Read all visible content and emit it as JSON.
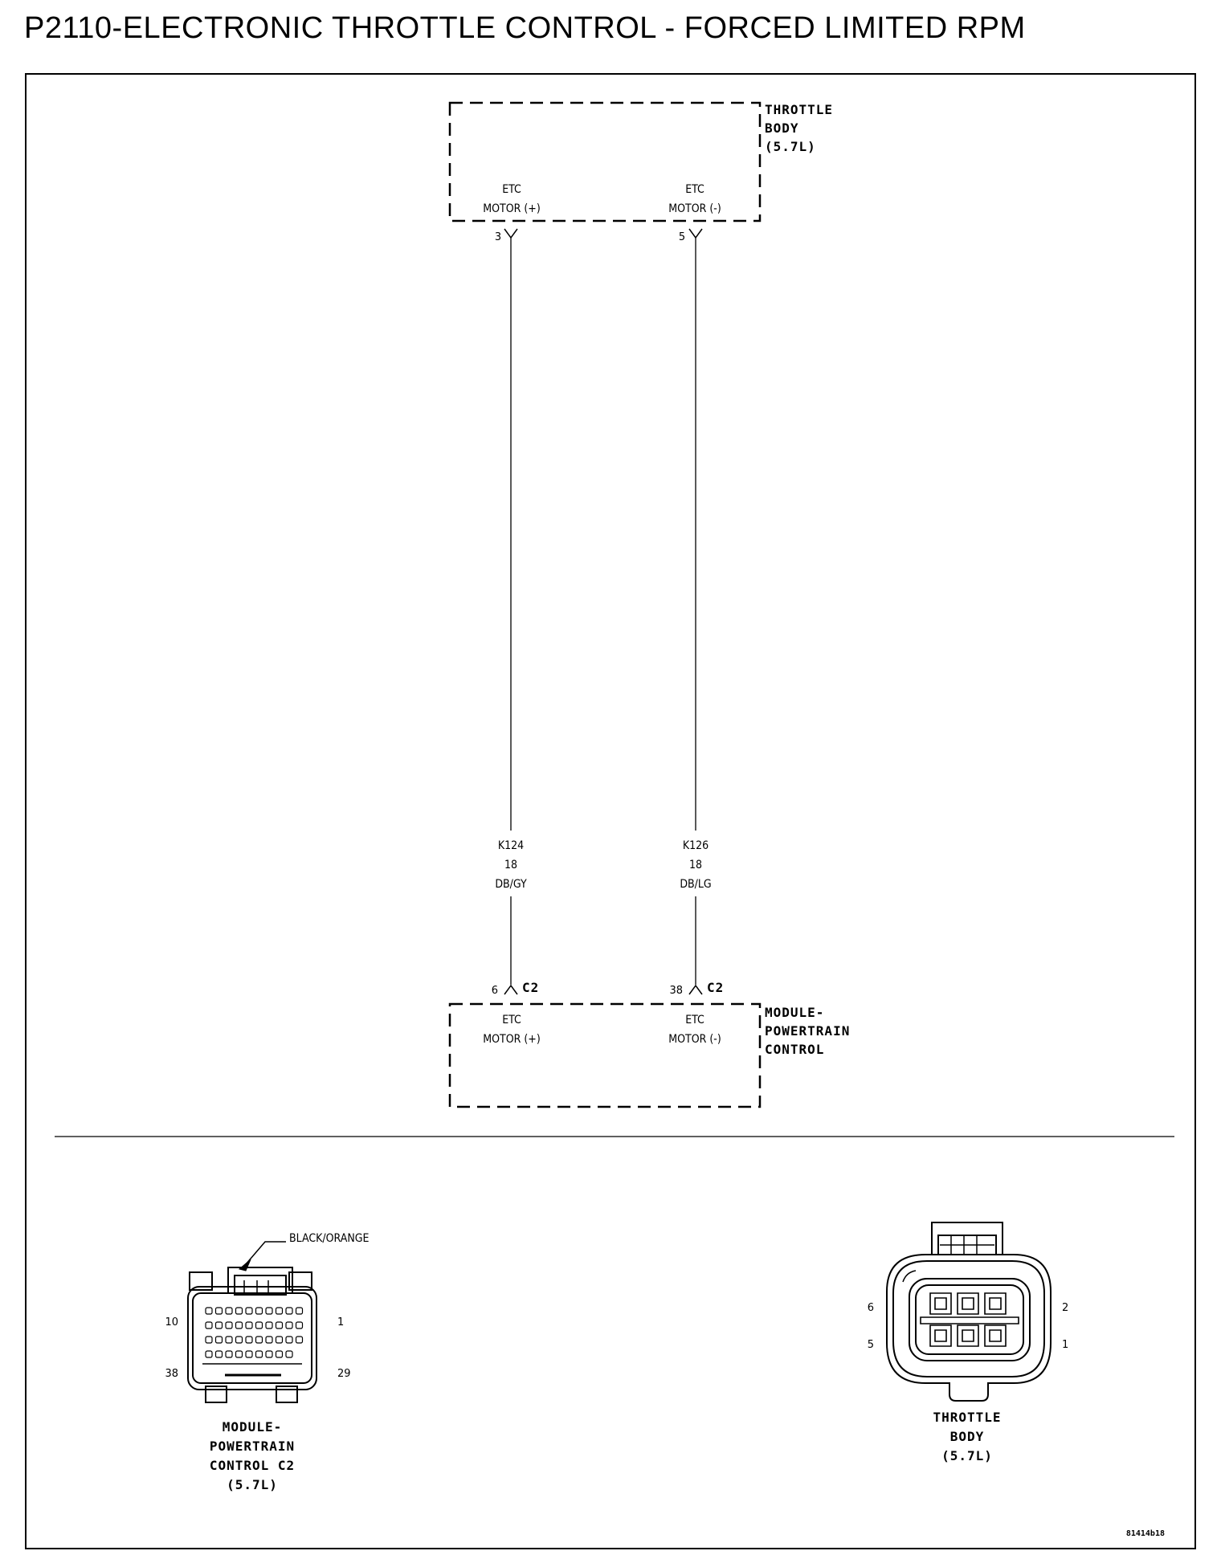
{
  "title": "P2110-ELECTRONIC THROTTLE CONTROL - FORCED LIMITED RPM",
  "top_component": {
    "name_lines": [
      "THROTTLE",
      "BODY",
      "(5.7L)"
    ],
    "terminals": [
      {
        "label_lines": [
          "ETC",
          "MOTOR (+)"
        ],
        "pin": "3"
      },
      {
        "label_lines": [
          "ETC",
          "MOTOR (-)"
        ],
        "pin": "5"
      }
    ]
  },
  "wires": [
    {
      "circuit": "K124",
      "gauge": "18",
      "color": "DB/GY"
    },
    {
      "circuit": "K126",
      "gauge": "18",
      "color": "DB/LG"
    }
  ],
  "bottom_component": {
    "name_lines": [
      "MODULE-",
      "POWERTRAIN",
      "CONTROL"
    ],
    "terminals": [
      {
        "label_lines": [
          "ETC",
          "MOTOR (+)"
        ],
        "pin": "6",
        "connector": "C2"
      },
      {
        "label_lines": [
          "ETC",
          "MOTOR (-)"
        ],
        "pin": "38",
        "connector": "C2"
      }
    ]
  },
  "connector_views": {
    "pcm": {
      "callout": "BLACK/ORANGE",
      "pins": {
        "top_left": "10",
        "top_right": "1",
        "bottom_left": "38",
        "bottom_right": "29"
      },
      "name_lines": [
        "MODULE-",
        "POWERTRAIN",
        "CONTROL C2",
        "(5.7L)"
      ]
    },
    "throttle": {
      "pins": {
        "left_top": "6",
        "left_bottom": "5",
        "right_top": "2",
        "right_bottom": "1"
      },
      "name_lines": [
        "THROTTLE",
        "BODY",
        "(5.7L)"
      ]
    }
  },
  "figure_id": "81414b18"
}
